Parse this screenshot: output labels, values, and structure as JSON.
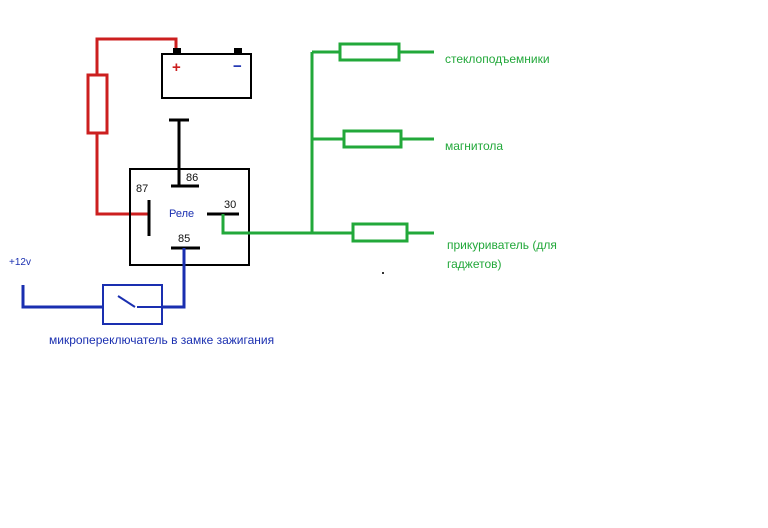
{
  "colors": {
    "positive_wire": "#cc1f1f",
    "load_wire": "#22a83a",
    "control_wire": "#1a2fb0",
    "component_outline": "#000000"
  },
  "battery": {
    "plus_sign": "+",
    "minus_sign": "−"
  },
  "relay": {
    "name": "Реле",
    "pins": {
      "p87": "87",
      "p86": "86",
      "p30": "30",
      "p85": "85"
    }
  },
  "loads": [
    {
      "label": "стеклоподъемники"
    },
    {
      "label": "магнитола"
    },
    {
      "label_line1": "прикуриватель (для",
      "label_line2": "гаджетов)"
    }
  ],
  "supply": {
    "label": "+12v"
  },
  "switch": {
    "label": "микропереключатель в замке зажигания"
  }
}
